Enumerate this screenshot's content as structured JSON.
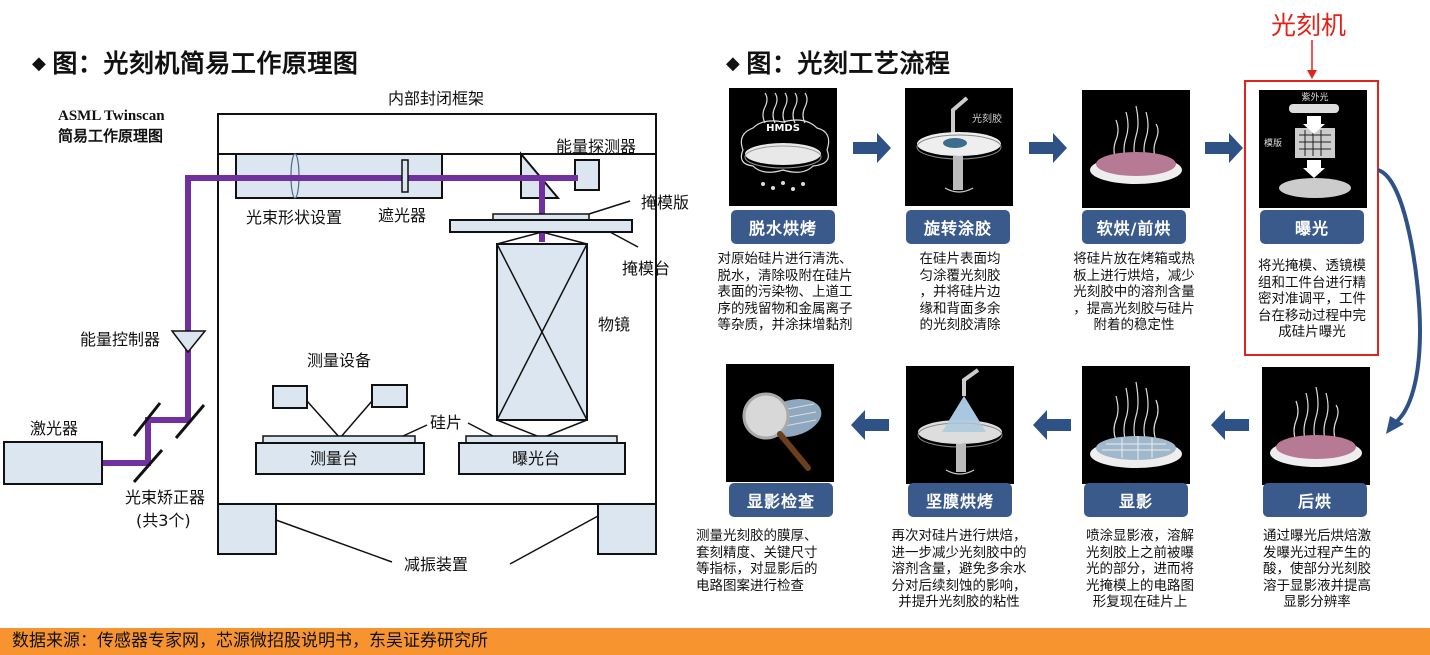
{
  "left_panel": {
    "title_marker": "◆",
    "title": "图：光刻机简易工作原理图",
    "subtitle_line1": "ASML Twinscan",
    "subtitle_line2": "简易工作原理图",
    "labels": {
      "frame": "内部封闭框架",
      "energy_detector": "能量探测器",
      "beam_shaper": "光束形状设置",
      "shutter": "遮光器",
      "reticle": "掩模版",
      "reticle_stage": "掩模台",
      "objective": "物镜",
      "energy_controller": "能量控制器",
      "metrology": "测量设备",
      "wafer": "硅片",
      "laser": "激光器",
      "measure_stage": "测量台",
      "exposure_stage": "曝光台",
      "beam_corrector": "光束矫正器",
      "beam_corrector_count": "(共3个)",
      "vibration_isolation": "减振装置"
    },
    "colors": {
      "beam": "#7030a0",
      "component_fill": "#dce6f0",
      "outline": "#111111"
    }
  },
  "right_panel": {
    "title_marker": "◆",
    "title": "图：光刻工艺流程",
    "machine_label": "光刻机",
    "steps": [
      {
        "id": 1,
        "label": "脱水烘烤",
        "image": "hmds-dehydration-bake",
        "desc": "对原始硅片进行清洗、\n脱水，清除吸附在硅片\n表面的污染物、上道工\n序的残留物和金属离子\n等杂质，并涂抹增黏剂"
      },
      {
        "id": 2,
        "label": "旋转涂胶",
        "image": "spin-coating",
        "image_text": "光刻胶",
        "desc": "在硅片表面均\n匀涂覆光刻胶\n，并将硅片边\n缘和背面多余\n的光刻胶清除"
      },
      {
        "id": 3,
        "label": "软烘/前烘",
        "image": "soft-bake",
        "desc": "将硅片放在烤箱或热\n板上进行烘焙，减少\n光刻胶中的溶剂含量\n，提高光刻胶与硅片\n附着的稳定性"
      },
      {
        "id": 4,
        "label": "曝光",
        "image": "exposure",
        "image_text_uv": "紫外光",
        "image_text_mask": "模版",
        "desc": "将光掩模、透镜模\n组和工件台进行精\n密对准调平，工件\n台在移动过程中完\n成硅片曝光"
      },
      {
        "id": 5,
        "label": "后烘",
        "image": "post-exposure-bake",
        "desc": "通过曝光后烘焙激\n发曝光过程产生的\n酸，使部分光刻胶\n溶于显影液并提高\n显影分辨率"
      },
      {
        "id": 6,
        "label": "显影",
        "image": "development",
        "desc": "喷涂显影液，溶解\n光刻胶上之前被曝\n光的部分，进而将\n光掩模上的电路图\n形复现在硅片上"
      },
      {
        "id": 7,
        "label": "坚膜烘烤",
        "image": "hard-bake",
        "desc": "再次对硅片进行烘焙，\n进一步减少光刻胶中的\n溶剂含量，避免多余水\n分对后续刻蚀的影响，\n并提升光刻胶的粘性"
      },
      {
        "id": 8,
        "label": "显影检查",
        "image": "inspection-magnifier",
        "desc": "测量光刻胶的膜厚、\n套刻精度、关键尺寸\n等指标，对显影后的\n电路图案进行检查"
      }
    ],
    "colors": {
      "step_label_bg": "#3b5a8c",
      "arrow": "#2e5186",
      "highlight": "#e2231a"
    }
  },
  "footer": {
    "source": "数据来源：传感器专家网，芯源微招股说明书，东吴证券研究所",
    "bg_color": "#f7942f"
  }
}
